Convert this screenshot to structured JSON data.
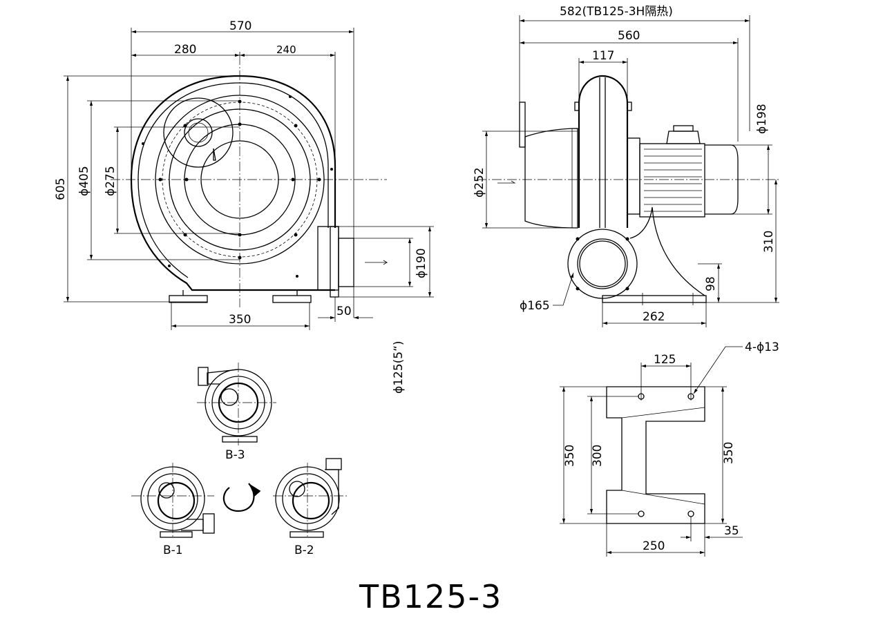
{
  "title": "TB125-3",
  "front_view": {
    "overall_width": "570",
    "left_width": "280",
    "right_width": "240",
    "height": "605",
    "dia_outer": "ϕ405",
    "dia_inner": "ϕ275",
    "base_width": "350",
    "outlet_offset": "50",
    "outlet_dia": "ϕ190",
    "outlet_pipe": "ϕ125(5“)"
  },
  "side_view": {
    "insulated_length": "582(TB125-3H隔热)",
    "length": "560",
    "housing_width": "117",
    "motor_dia": "ϕ198",
    "inlet_dia": "ϕ252",
    "outlet_dia": "ϕ165",
    "base_length": "262",
    "base_height": "98",
    "center_height": "310"
  },
  "base_plan": {
    "hole_spacing": "125",
    "holes": "4-ϕ13",
    "overall_depth": "350",
    "hole_depth": "300",
    "right_depth": "350",
    "edge_offset": "35",
    "width": "250"
  },
  "orientations": {
    "b1": "B-1",
    "b2": "B-2",
    "b3": "B-3"
  }
}
